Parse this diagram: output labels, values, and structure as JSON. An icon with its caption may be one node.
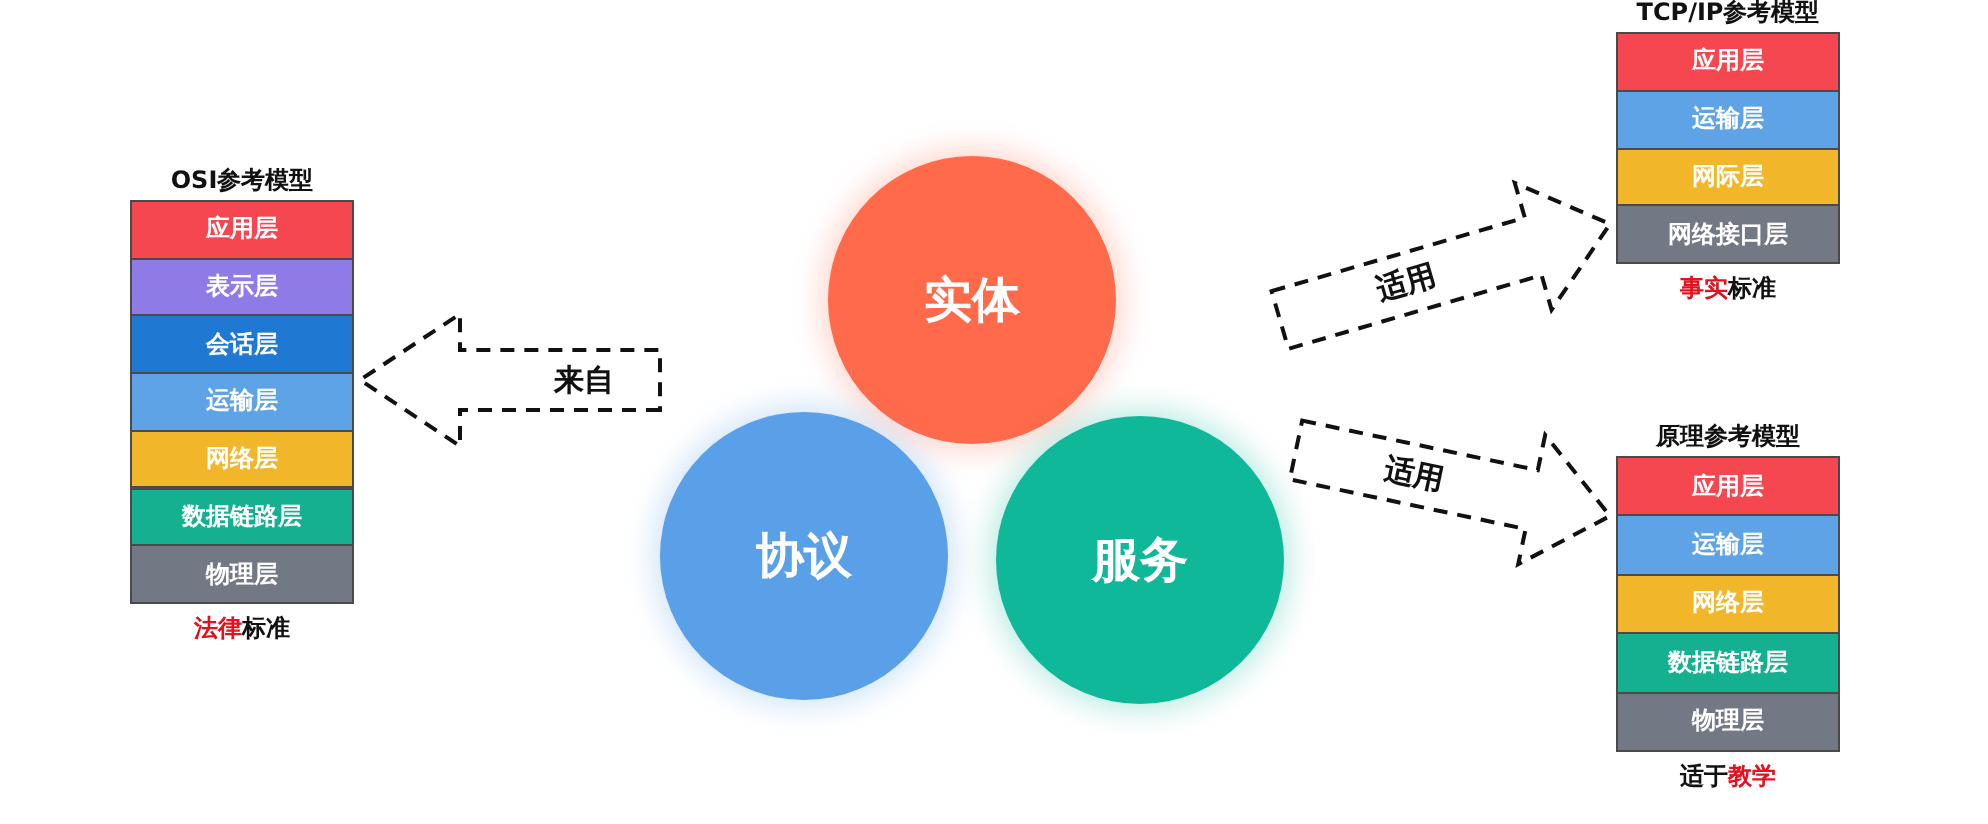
{
  "diagram": {
    "nodes": [
      {
        "text": [
          "OSI参考模型"
        ],
        "beside": [
          "**法律**标准"
        ]
      },
      {
        "text": [
          "应用层"
        ],
        "in": 0
      },
      {
        "text": [
          "表示层"
        ],
        "in": 0
      },
      {
        "text": [
          "会话层"
        ],
        "in": 0
      },
      {
        "text": [
          "运输层"
        ],
        "in": 0
      },
      {
        "text": [
          "网络层"
        ],
        "in": 0
      },
      {
        "text": [
          "数据链路层"
        ],
        "in": 0
      },
      {
        "text": [
          "物理层"
        ],
        "in": 0
      },
      {
        "text": [
          "实体"
        ]
      },
      {
        "text": [
          "协议"
        ]
      },
      {
        "text": [
          "服务"
        ]
      },
      {
        "text": [
          "TCP/IP参考模型"
        ],
        "beside": [
          "**事实**标准"
        ]
      },
      {
        "text": [
          "应用层"
        ],
        "in": 11
      },
      {
        "text": [
          "运输层"
        ],
        "in": 11
      },
      {
        "text": [
          "网际层"
        ],
        "in": 11
      },
      {
        "text": [
          "网络接口层"
        ],
        "in": 11
      },
      {
        "text": [
          "原理参考模型"
        ],
        "beside": [
          "适于**教学**"
        ]
      },
      {
        "text": [
          "应用层"
        ],
        "in": 16
      },
      {
        "text": [
          "运输层"
        ],
        "in": 16
      },
      {
        "text": [
          "网络层"
        ],
        "in": 16
      },
      {
        "text": [
          "数据链路层"
        ],
        "in": 16
      },
      {
        "text": [
          "物理层"
        ],
        "in": 16
      }
    ],
    "edges": [
      {
        "from": null,
        "to": 0,
        "arrow": "to",
        "label": "来自",
        "style": "dashed"
      },
      {
        "from": null,
        "to": 11,
        "arrow": "to",
        "label": "适用",
        "style": "dashed"
      },
      {
        "from": null,
        "to": 16,
        "arrow": "to",
        "label": "适用",
        "style": "dashed"
      }
    ]
  }
}
